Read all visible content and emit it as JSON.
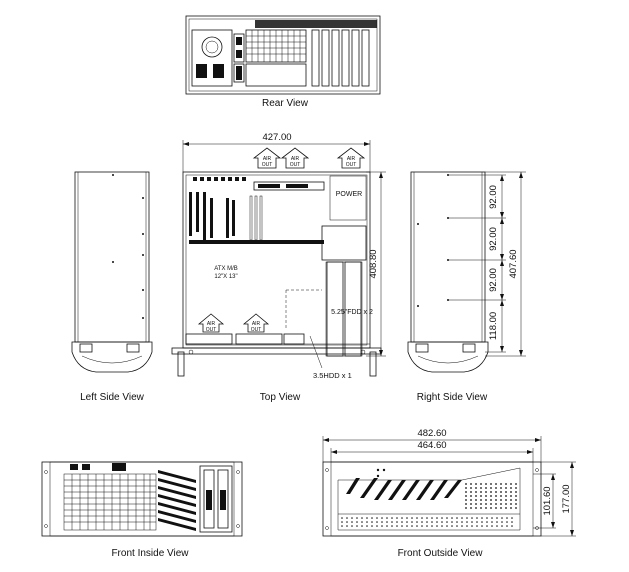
{
  "captions": {
    "rear": "Rear View",
    "top": "Top View",
    "left": "Left Side View",
    "right": "Right Side View",
    "front_inside": "Front Inside View",
    "front_outside": "Front Outside View"
  },
  "dimensions": {
    "top_width": "427.00",
    "top_depth": "408.80",
    "right_d1": "92.00",
    "right_d2": "92.00",
    "right_d3": "92.00",
    "right_d4": "118.00",
    "right_total": "407.60",
    "front_width_outer": "482.60",
    "front_width_inner": "464.60",
    "front_h_inner": "101.60",
    "front_h_outer": "177.00"
  },
  "labels": {
    "air_out": "AIR OUT",
    "air_out_line1": "AIR",
    "air_out_line2": "OUT",
    "power": "POWER",
    "mb_line1": "ATX M/B",
    "mb_line2": "12\"X 13\"",
    "fdd": "5.25\"FDD x 2",
    "hdd": "3.5HDD x 1"
  }
}
